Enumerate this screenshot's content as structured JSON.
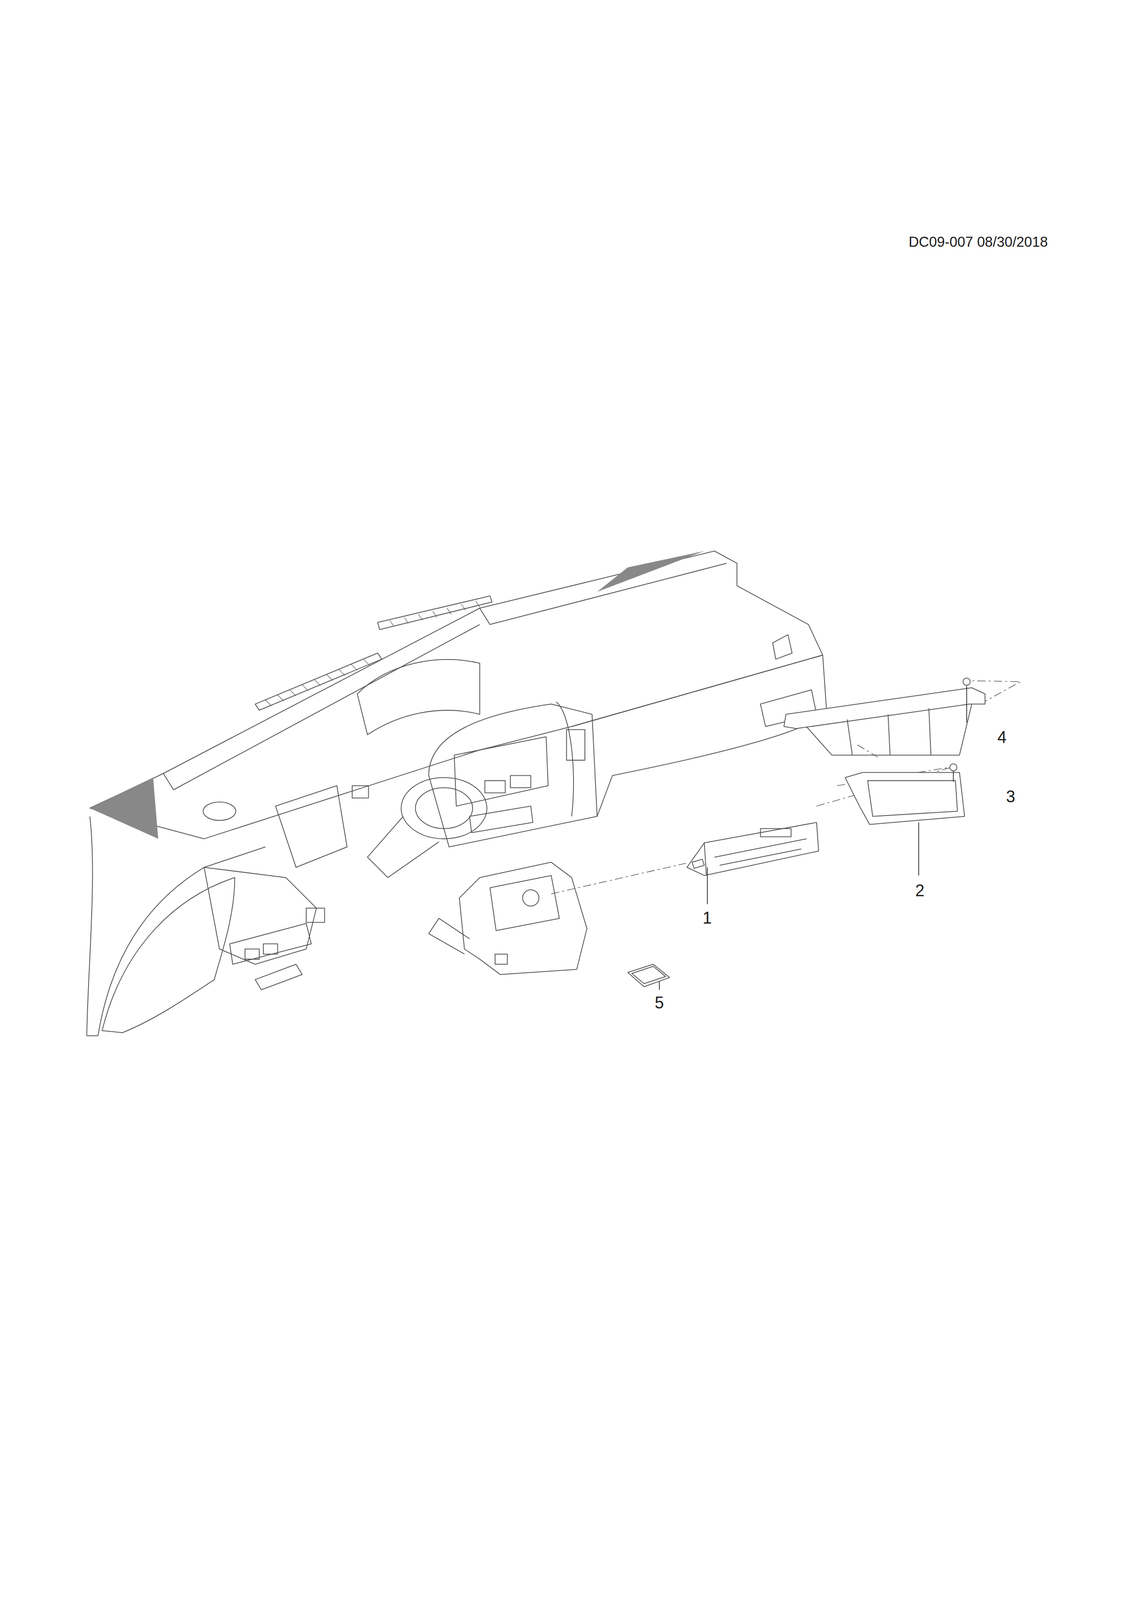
{
  "diagram": {
    "labels": [
      "DC09-007 08/30/2018",
      "4",
      "3",
      "2",
      "1",
      "5"
    ]
  }
}
